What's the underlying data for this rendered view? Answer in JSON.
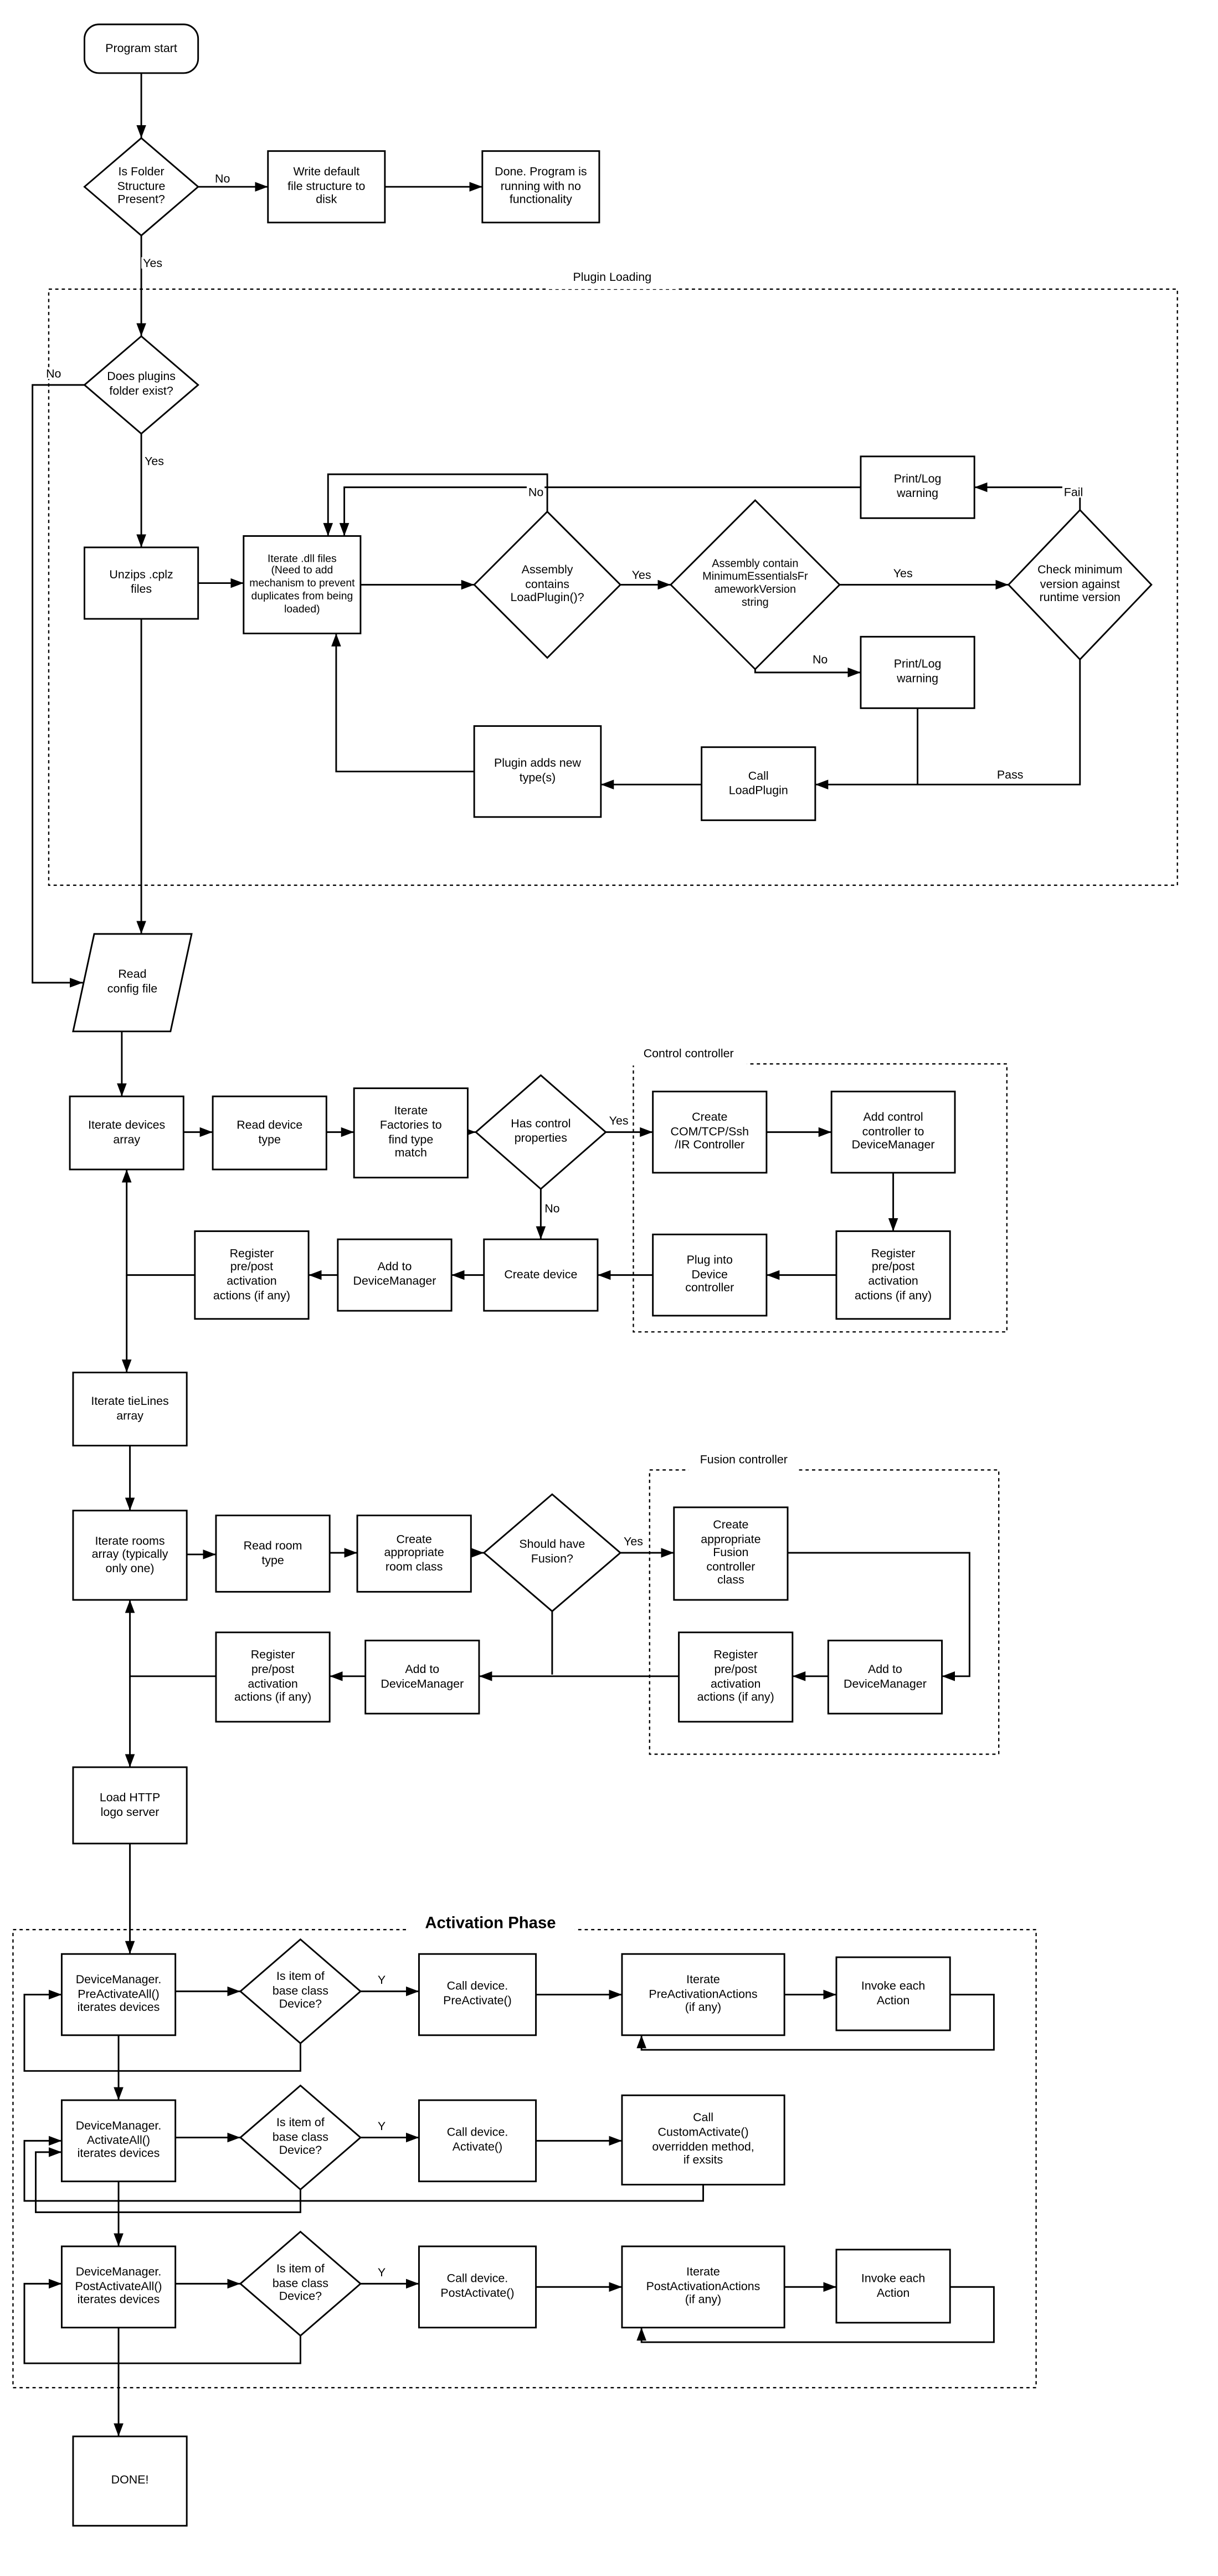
{
  "diagram": {
    "containers": {
      "plugin_loading": "Plugin Loading",
      "control_controller": "Control controller",
      "fusion_controller": "Fusion controller",
      "activation_phase": "Activation Phase"
    },
    "nodes": {
      "program_start": "Program start",
      "is_folder": "Is Folder\nStructure\nPresent?",
      "write_default": "Write default\nfile structure to\ndisk",
      "done_no_functionality": "Done.  Program is\nrunning with no\nfunctionality",
      "does_plugins_exist": "Does plugins\nfolder exist?",
      "unzips_cplz": "Unzips .cplz\nfiles",
      "iterate_dll": "Iterate .dll files\n(Need to add\nmechanism to prevent\nduplicates from being\nloaded)",
      "assembly_loadplugin": "Assembly\ncontains\nLoadPlugin()?",
      "assembly_minver": "Assembly contain\nMinimumEssentialsFr\nameworkVersion\nstring",
      "check_min_version": "Check minimum\nversion against\nruntime version",
      "printlog_warning_top": "Print/Log\nwarning",
      "printlog_warning_mid": "Print/Log\nwarning",
      "call_loadplugin": "Call\nLoadPlugin",
      "plugin_adds_types": "Plugin adds new\ntype(s)",
      "read_config": "Read\nconfig file",
      "iterate_devices": "Iterate devices\narray",
      "read_device_type": "Read device\ntype",
      "iterate_factories": "Iterate\nFactories to\nfind type\nmatch",
      "has_control_props": "Has control\nproperties",
      "create_com_controller": "Create\nCOM/TCP/Ssh\n/IR Controller",
      "add_control_to_dm": "Add control\ncontroller to\nDeviceManager",
      "register_prepost_ctrl": "Register\npre/post\nactivation\nactions (if any)",
      "plug_into_device": "Plug into\nDevice\ncontroller",
      "create_device": "Create device",
      "add_to_dm_device": "Add to\nDeviceManager",
      "register_prepost_device": "Register\npre/post\nactivation\nactions (if any)",
      "iterate_tielines": "Iterate tieLines\narray",
      "iterate_rooms": "Iterate rooms\narray (typically\nonly one)",
      "read_room_type": "Read room\ntype",
      "create_room_class": "Create\nappropriate\nroom class",
      "should_have_fusion": "Should have\nFusion?",
      "create_fusion_controller": "Create\nappropriate\nFusion\ncontroller\nclass",
      "add_to_dm_fusion": "Add to\nDeviceManager",
      "register_prepost_fusion": "Register\npre/post\nactivation\nactions (if any)",
      "add_to_dm_room": "Add to\nDeviceManager",
      "register_prepost_room": "Register\npre/post\nactivation\nactions (if any)",
      "load_http_logo": "Load HTTP\nlogo server",
      "dm_preactivateall": "DeviceManager.\nPreActivateAll()\niterates devices",
      "is_base_device_1": "Is item of\nbase class\nDevice?",
      "call_preactivate": "Call device.\nPreActivate()",
      "iterate_preactions": "Iterate\nPreActivationActions\n(if any)",
      "invoke_each_action_1": "Invoke each\nAction",
      "dm_activateall": "DeviceManager.\nActivateAll()\niterates devices",
      "is_base_device_2": "Is item of\nbase class\nDevice?",
      "call_activate": "Call device.\nActivate()",
      "call_customactivate": "Call\nCustomActivate()\noverridden method,\nif exsits",
      "dm_postactivateall": "DeviceManager.\nPostActivateAll()\niterates devices",
      "is_base_device_3": "Is item of\nbase class\nDevice?",
      "call_postactivate": "Call device.\nPostActivate()",
      "iterate_postactions": "Iterate\nPostActivationActions\n(if any)",
      "invoke_each_action_3": "Invoke each\nAction",
      "done": "DONE!"
    },
    "edge_labels": {
      "folder_no": "No",
      "folder_yes": "Yes",
      "plugins_no": "No",
      "plugins_yes": "Yes",
      "loadplugin_no": "No",
      "loadplugin_yes": "Yes",
      "minver_yes": "Yes",
      "minver_no": "No",
      "version_fail": "Fail",
      "version_pass": "Pass",
      "control_yes": "Yes",
      "control_no": "No",
      "fusion_yes": "Yes",
      "base1_y": "Y",
      "base2_y": "Y",
      "base3_y": "Y"
    }
  }
}
